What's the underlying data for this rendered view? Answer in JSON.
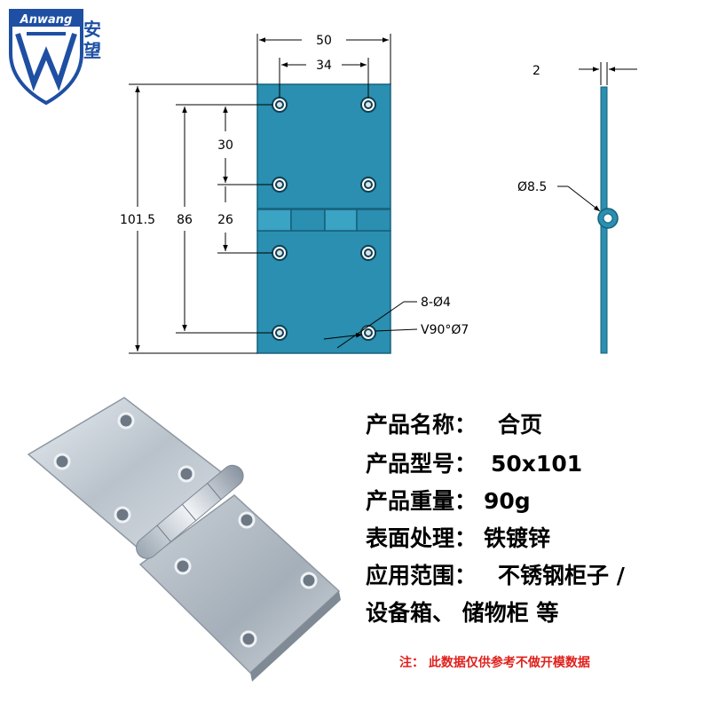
{
  "brand": {
    "name_latin": "Anwang",
    "name_cn_1": "安",
    "name_cn_2": "望",
    "color": "#1e4fa3"
  },
  "drawing": {
    "plate_color": "#2a8fb0",
    "dims": {
      "width_total": "50",
      "hole_spacing_x": "34",
      "height_total": "101.5",
      "hole_spacing_y_total": "86",
      "hole_spacing_top": "30",
      "hole_spacing_mid": "26",
      "thickness": "2",
      "knuckle_dia": "Ø8.5",
      "holes": "8-Ø4",
      "countersink": "V90°Ø7"
    }
  },
  "specs": {
    "name_label": "产品名称：",
    "name_value": "合页",
    "model_label": "产品型号：",
    "model_value": "50x101",
    "weight_label": "产品重量：",
    "weight_value": "90g",
    "finish_label": "表面处理：",
    "finish_value": "铁镀锌",
    "usage_label": "应用范围：",
    "usage_value_1": "不锈钢柜子 /",
    "usage_value_2": "设备箱、 储物柜 等"
  },
  "note": "注： 此数据仅供参考不做开模数据",
  "note_color": "#e0201b"
}
